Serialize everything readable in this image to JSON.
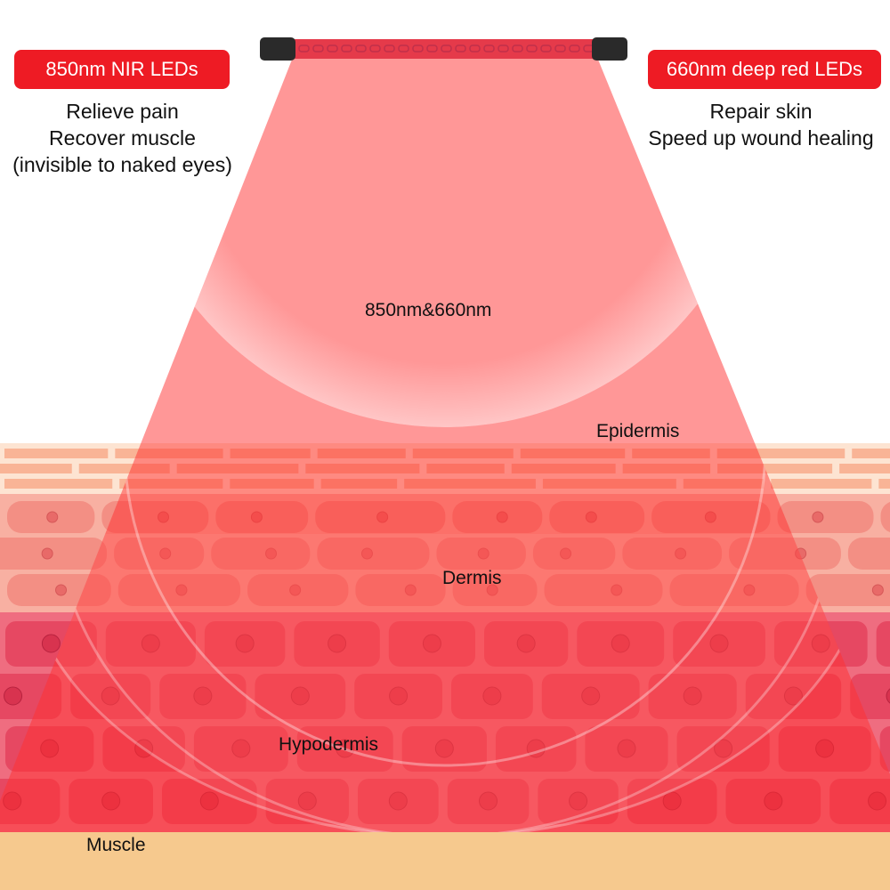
{
  "left_badge": {
    "label": "850nm NIR LEDs",
    "lines": [
      "Relieve pain",
      "Recover muscle",
      "(invisible to naked eyes)"
    ]
  },
  "right_badge": {
    "label": "660nm deep red LEDs",
    "lines": [
      "Repair skin",
      "Speed up wound healing"
    ]
  },
  "beam_label": "850nm&660nm",
  "layers": {
    "epidermis": "Epidermis",
    "dermis": "Dermis",
    "hypodermis": "Hypodermis",
    "muscle": "Muscle"
  },
  "colors": {
    "badge": "#ee1b24",
    "beam": "#ff3b3b",
    "epidermis": "#fde4d2",
    "dermis": "#f7a597",
    "hypodermis": "#e9566c",
    "muscle": "#f6c98e"
  }
}
